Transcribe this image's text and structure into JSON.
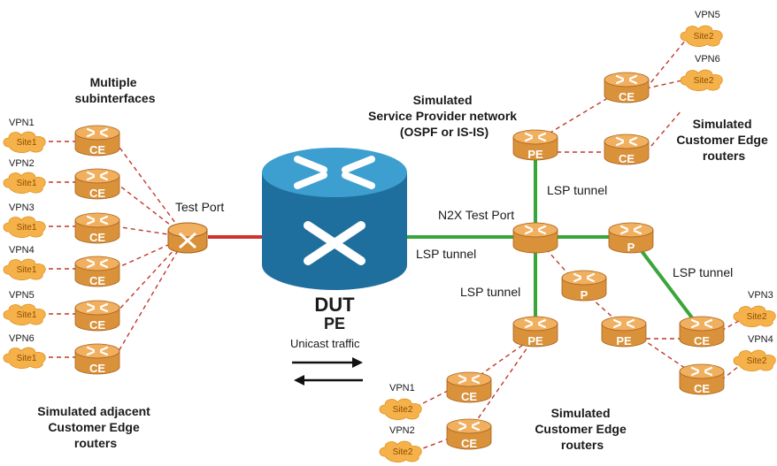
{
  "labels": {
    "multiple_subinterfaces": [
      "Multiple",
      "subinterfaces"
    ],
    "test_port": "Test Port",
    "simulated_sp": [
      "Simulated",
      "Service Provider network",
      "(OSPF or IS-IS)"
    ],
    "simulated_ce_top": [
      "Simulated",
      "Customer Edge",
      "routers"
    ],
    "simulated_adjacent_ce": [
      "Simulated adjacent",
      "Customer Edge",
      "routers"
    ],
    "simulated_ce_bottom": [
      "Simulated",
      "Customer Edge",
      "routers"
    ],
    "n2x_test_port": "N2X Test Port",
    "lsp_tunnel": "LSP tunnel",
    "dut": "DUT",
    "pe": "PE",
    "unicast_traffic": "Unicast traffic"
  },
  "router_labels": {
    "ce": "CE",
    "pe": "PE",
    "p": "P"
  },
  "left_sites": [
    {
      "vpn": "VPN1",
      "site": "Site1"
    },
    {
      "vpn": "VPN2",
      "site": "Site1"
    },
    {
      "vpn": "VPN3",
      "site": "Site1"
    },
    {
      "vpn": "VPN4",
      "site": "Site1"
    },
    {
      "vpn": "VPN5",
      "site": "Site1"
    },
    {
      "vpn": "VPN6",
      "site": "Site1"
    }
  ],
  "right_sites": [
    {
      "vpn": "VPN5",
      "site": "Site2"
    },
    {
      "vpn": "VPN6",
      "site": "Site2"
    },
    {
      "vpn": "VPN3",
      "site": "Site2"
    },
    {
      "vpn": "VPN4",
      "site": "Site2"
    },
    {
      "vpn": "VPN1",
      "site": "Site2"
    },
    {
      "vpn": "VPN2",
      "site": "Site2"
    }
  ],
  "colors": {
    "router_body": "#d9913a",
    "router_top": "#f0b060",
    "router_dark": "#a8621c",
    "dut_body": "#1f6f9e",
    "dut_top": "#3d9fd0",
    "lsp_green": "#3aa53a",
    "test_link_red": "#d03030",
    "dashed_red": "#c0392b",
    "cloud": "#f6b24a"
  }
}
